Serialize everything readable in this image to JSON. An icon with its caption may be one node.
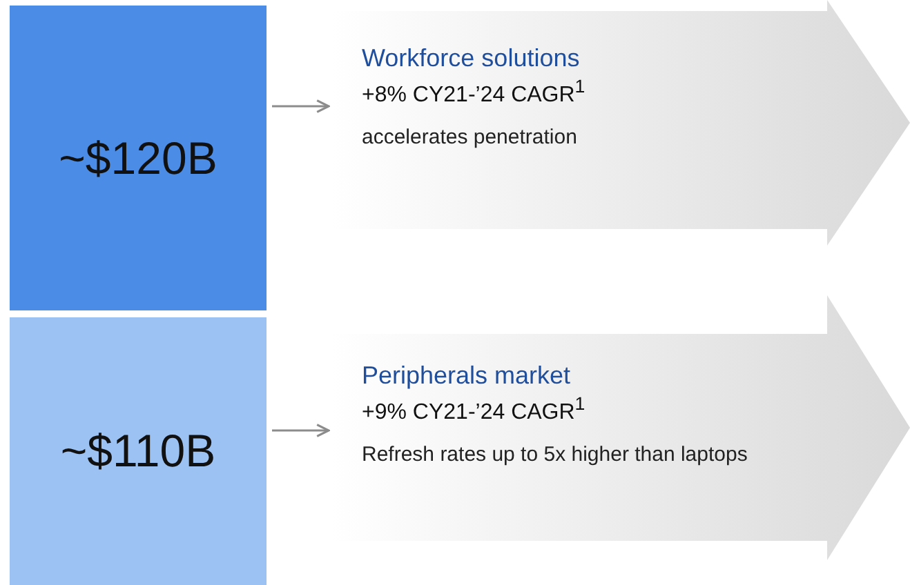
{
  "diagram": {
    "nodes": [
      {
        "text": [
          "~$120B"
        ]
      },
      {
        "text": [
          "Workforce solutions",
          "+8% CY21-’24 CAGR$^{1}$",
          "accelerates penetration"
        ]
      },
      {
        "text": [
          "~$110B"
        ]
      },
      {
        "text": [
          "Peripherals market",
          "+9% CY21-’24 CAGR$^{1}$",
          "Refresh rates up to 5x higher than laptops"
        ]
      }
    ],
    "edges": [
      {
        "from": 0,
        "to": 1,
        "arrow": "to"
      },
      {
        "from": 2,
        "to": 3,
        "arrow": "to"
      }
    ]
  }
}
